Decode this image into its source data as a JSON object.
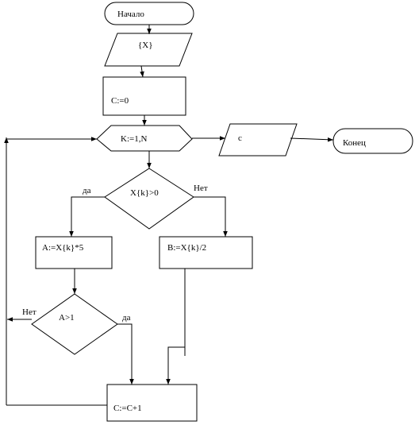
{
  "flowchart": {
    "start": "Начало",
    "input": "{X}",
    "init": "C:=0",
    "loop": "K:=1,N",
    "output": "c",
    "end": "Конец",
    "condition1": "X{k}>0",
    "yes1": "да",
    "no1": "Нет",
    "assign_a": "A:=X{k}*5",
    "assign_b": "B:=X{k}/2",
    "condition2": "A>1",
    "no2": "Нет",
    "yes2": "да",
    "increment": "C:=C+1"
  }
}
